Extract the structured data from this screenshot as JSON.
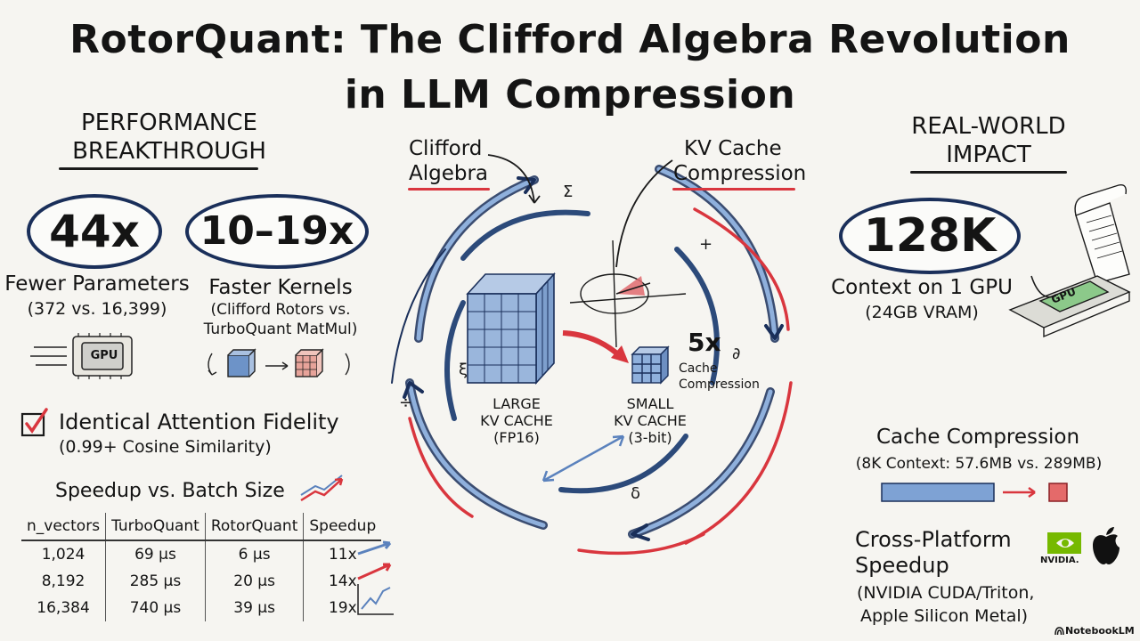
{
  "title": {
    "line1": "RotorQuant: The Clifford Algebra Revolution",
    "line2": "in LLM Compression"
  },
  "left": {
    "header_line1": "PERFORMANCE",
    "header_line2": "BREAKTHROUGH",
    "stat1": {
      "value": "44x",
      "label": "Fewer Parameters",
      "detail": "(372 vs. 16,399)"
    },
    "stat2": {
      "value": "10–19x",
      "label": "Faster Kernels",
      "detail_line1": "(Clifford Rotors vs.",
      "detail_line2": "TurboQuant MatMul)"
    },
    "gpu_chip_text": "GPU",
    "fidelity": {
      "label": "Identical Attention Fidelity",
      "detail": "(0.99+ Cosine Similarity)"
    },
    "table": {
      "title": "Speedup vs. Batch Size",
      "headers": [
        "n_vectors",
        "TurboQuant",
        "RotorQuant",
        "Speedup"
      ],
      "rows": [
        [
          "1,024",
          "69 μs",
          "6 μs",
          "11x"
        ],
        [
          "8,192",
          "285 μs",
          "20 μs",
          "14x"
        ],
        [
          "16,384",
          "740 μs",
          "39 μs",
          "19x"
        ]
      ]
    }
  },
  "center": {
    "clifford_line1": "Clifford",
    "clifford_line2": "Algebra",
    "kv_line1": "KV Cache",
    "kv_line2": "Compression",
    "large_line1": "LARGE",
    "large_line2": "KV CACHE",
    "large_line3": "(FP16)",
    "small_line1": "SMALL",
    "small_line2": "KV CACHE",
    "small_line3": "(3-bit)",
    "ratio": "5x",
    "ratio_line1": "Cache",
    "ratio_line2": "Compression"
  },
  "right": {
    "header_line1": "REAL-WORLD",
    "header_line2": "IMPACT",
    "stat": {
      "value": "128K",
      "label": "Context on 1 GPU",
      "detail": "(24GB VRAM)"
    },
    "gpu_card_text": "GPU",
    "cache": {
      "title": "Cache Compression",
      "detail": "(8K Context: 57.6MB vs. 289MB)"
    },
    "cross": {
      "title_line1": "Cross-Platform",
      "title_line2": "Speedup",
      "detail_line1": "(NVIDIA CUDA/Triton,",
      "detail_line2": "Apple Silicon Metal)"
    },
    "nvidia_text": "NVIDIA."
  },
  "footer": {
    "brand": "NotebookLM"
  },
  "colors": {
    "navy": "#1a2f5a",
    "blue": "#5b82bd",
    "red": "#d9363e",
    "ink": "#141414",
    "paper": "#f6f5f1",
    "green": "#76b900"
  }
}
